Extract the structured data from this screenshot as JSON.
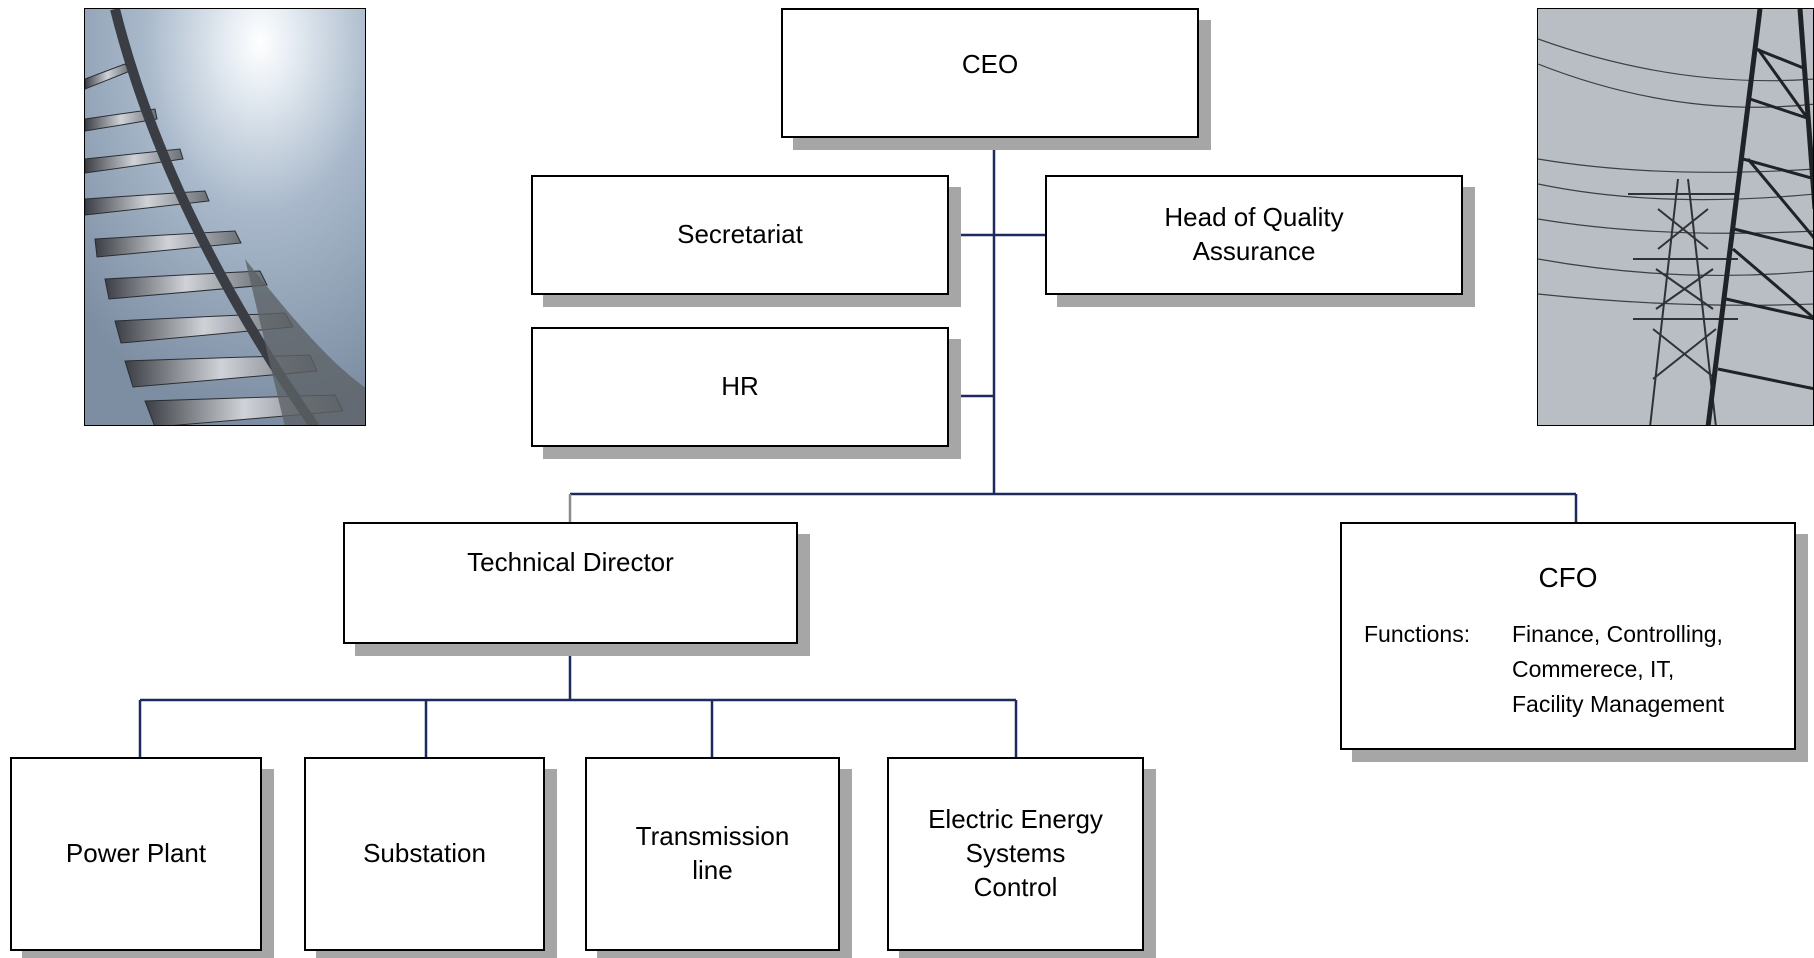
{
  "org_chart": {
    "ceo": "CEO",
    "secretariat": "Secretariat",
    "quality": "Head of Quality\nAssurance",
    "hr": "HR",
    "technical_director": "Technical Director",
    "cfo": {
      "title": "CFO",
      "functions_label": "Functions:",
      "functions": [
        "Finance, Controlling,",
        "Commerece, IT,",
        "Facility Management"
      ]
    },
    "departments": {
      "power_plant": "Power Plant",
      "substation": "Substation",
      "transmission_line": "Transmission\nline",
      "ees_control": "Electric Energy\nSystems\nControl"
    }
  },
  "colors": {
    "connector": "#1f2a5c",
    "shadow": "#a6a6a6",
    "border": "#000000"
  },
  "images": {
    "left": "wind-turbine-photo",
    "right": "power-pylons-photo"
  }
}
